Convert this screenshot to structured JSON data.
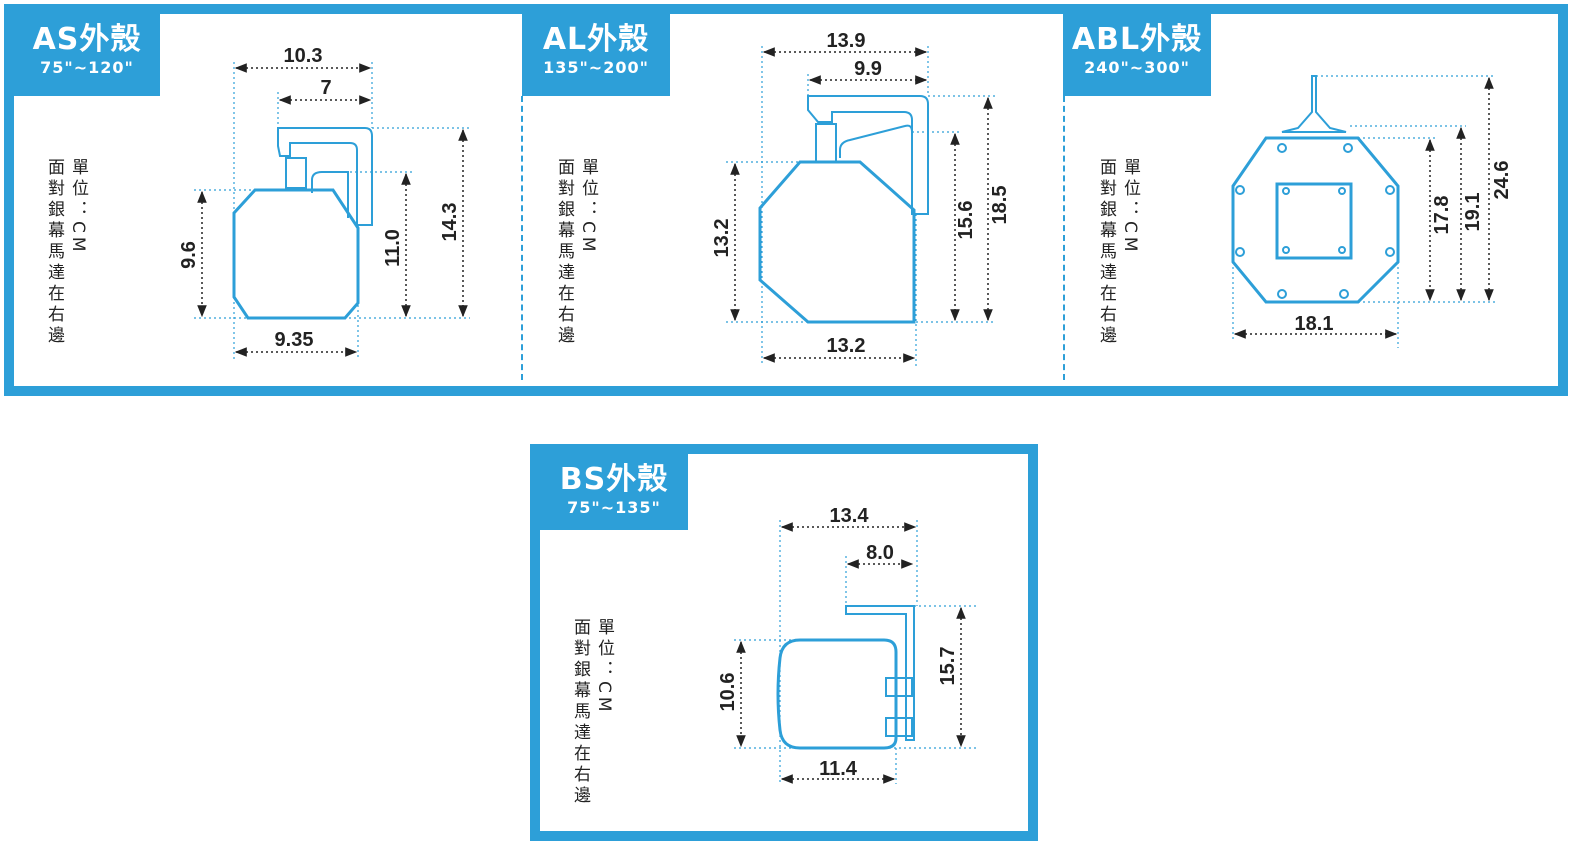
{
  "panels": {
    "as": {
      "name": "AS外殼",
      "range": "75\"~120\""
    },
    "al": {
      "name": "AL外殼",
      "range": "135\"~200\""
    },
    "abl": {
      "name": "ABL外殼",
      "range": "240\"~300\""
    },
    "bs": {
      "name": "BS外殼",
      "range": "75\"~135\""
    }
  },
  "note": {
    "unit": "單位：CM",
    "direction": "面對銀幕馬達在右邊"
  },
  "dimensions": {
    "as": {
      "top_width": "10.3",
      "bracket_width": "7",
      "body_height": "9.6",
      "mid_height": "11.0",
      "total_height": "14.3",
      "body_width": "9.35"
    },
    "al": {
      "top_width": "13.9",
      "bracket_width": "9.9",
      "body_height": "13.2",
      "mid_height": "15.6",
      "total_height": "18.5",
      "body_width": "13.2"
    },
    "abl": {
      "body_height": "17.8",
      "mid_height": "19.1",
      "total_height": "24.6",
      "body_width": "18.1"
    },
    "bs": {
      "top_width": "13.4",
      "bracket_width": "8.0",
      "body_height": "10.6",
      "total_height": "15.7",
      "body_width": "11.4"
    }
  },
  "colors": {
    "accent": "#2d9fd8",
    "dimension_line": "#222222",
    "guide_line": "#2d9fd8"
  }
}
